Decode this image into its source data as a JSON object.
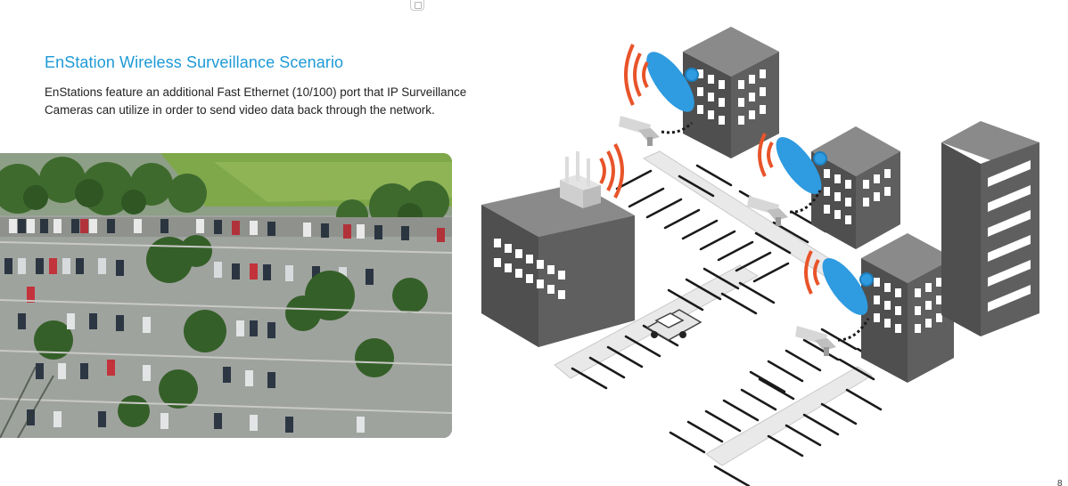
{
  "header": {
    "title": "EnStation Wireless Surveillance Scenario",
    "description": "EnStations feature an additional Fast Ethernet (10/100) port that IP Surveillance Cameras can utilize in order to send video data back through the network."
  },
  "page": {
    "number": "8"
  },
  "colors": {
    "title_blue": "#1e9ad6",
    "antenna_blue": "#2f9be0",
    "signal_orange": "#e8542a",
    "building_gray": "#5f5f5f",
    "camera_gray": "#d7d7d7"
  },
  "icons": [
    "aerial-parking-photo",
    "wireless-signal-icon",
    "enstation-antenna-icon",
    "ip-camera-icon",
    "office-building-icon",
    "car-icon"
  ]
}
